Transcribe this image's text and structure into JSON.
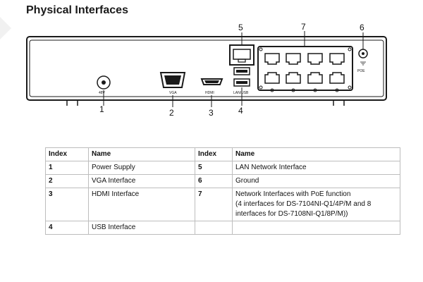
{
  "heading": "Physical Interfaces",
  "diagram": {
    "callouts": [
      "1",
      "2",
      "3",
      "4",
      "5",
      "6",
      "7"
    ],
    "port_labels": {
      "power": "48V",
      "vga": "VGA",
      "hdmi": "HDMI",
      "lan_usb": "LAN/USB",
      "poe": "POE"
    }
  },
  "table": {
    "headers": [
      "Index",
      "Name",
      "Index",
      "Name"
    ],
    "rows": [
      {
        "idx_left": "1",
        "name_left": "Power Supply",
        "idx_right": "5",
        "name_right": "LAN Network Interface"
      },
      {
        "idx_left": "2",
        "name_left": "VGA Interface",
        "idx_right": "6",
        "name_right": "Ground"
      },
      {
        "idx_left": "3",
        "name_left": "HDMI Interface",
        "idx_right": "7",
        "name_right": "Network Interfaces with PoE function",
        "name_right_note_1": "(4 interfaces for DS-7104NI-Q1/4P/M and 8",
        "name_right_note_2": "interfaces for DS-7108NI-Q1/8P/M))"
      },
      {
        "idx_left": "4",
        "name_left": "USB Interface",
        "idx_right": "",
        "name_right": ""
      }
    ]
  }
}
